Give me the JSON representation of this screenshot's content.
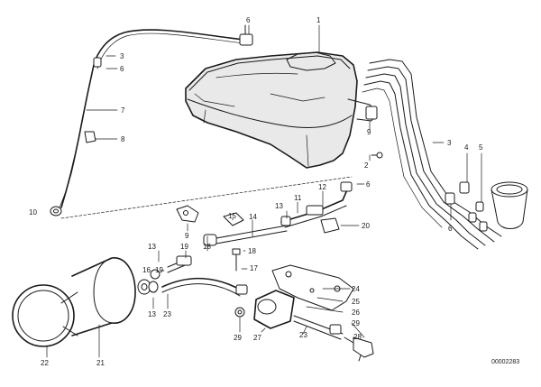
{
  "diagram": {
    "callouts": [
      {
        "id": "c1",
        "text": "1"
      },
      {
        "id": "c6a",
        "text": "6"
      },
      {
        "id": "c3a",
        "text": "3"
      },
      {
        "id": "c6b",
        "text": "6"
      },
      {
        "id": "c7",
        "text": "7"
      },
      {
        "id": "c8",
        "text": "8"
      },
      {
        "id": "c10",
        "text": "10"
      },
      {
        "id": "c9a",
        "text": "9"
      },
      {
        "id": "c2",
        "text": "2"
      },
      {
        "id": "c3b",
        "text": "3"
      },
      {
        "id": "c4",
        "text": "4"
      },
      {
        "id": "c5",
        "text": "5"
      },
      {
        "id": "c6c",
        "text": "6"
      },
      {
        "id": "c6d",
        "text": "6"
      },
      {
        "id": "c12",
        "text": "12"
      },
      {
        "id": "c11",
        "text": "11"
      },
      {
        "id": "c13a",
        "text": "13"
      },
      {
        "id": "c14",
        "text": "14"
      },
      {
        "id": "c15",
        "text": "15"
      },
      {
        "id": "c9b",
        "text": "9"
      },
      {
        "id": "c20",
        "text": "20"
      },
      {
        "id": "c13b",
        "text": "13"
      },
      {
        "id": "c19a",
        "text": "19"
      },
      {
        "id": "c18a",
        "text": "18"
      },
      {
        "id": "c18b",
        "text": "18"
      },
      {
        "id": "c17",
        "text": "17"
      },
      {
        "id": "c16",
        "text": "16"
      },
      {
        "id": "c19b",
        "text": "19"
      },
      {
        "id": "c13c",
        "text": "13"
      },
      {
        "id": "c23a",
        "text": "23"
      },
      {
        "id": "c24",
        "text": "24"
      },
      {
        "id": "c25",
        "text": "25"
      },
      {
        "id": "c26",
        "text": "26"
      },
      {
        "id": "c29",
        "text": "29"
      },
      {
        "id": "c28",
        "text": "28"
      },
      {
        "id": "c27",
        "text": "27"
      },
      {
        "id": "c23b",
        "text": "23"
      },
      {
        "id": "c22",
        "text": "22"
      },
      {
        "id": "c21",
        "text": "21"
      }
    ],
    "drawing_number": "00002283"
  },
  "colors": {
    "ink": "#1a1a1a",
    "paper": "#ffffff"
  }
}
